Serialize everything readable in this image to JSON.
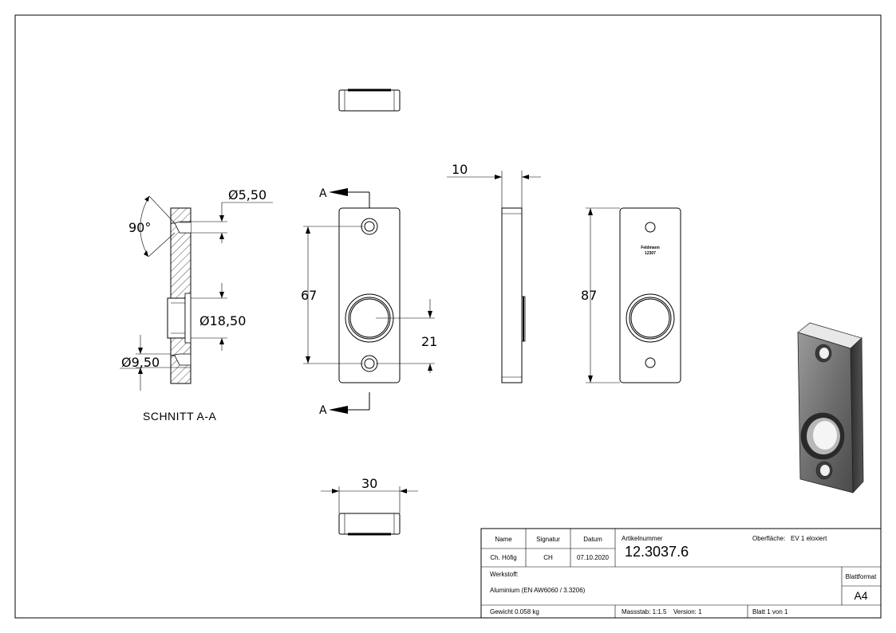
{
  "dimensions": {
    "dia_top": "Ø5,50",
    "angle": "90°",
    "dia_middle": "Ø18,50",
    "dia_bottom": "Ø9,50",
    "height_holes": "67",
    "offset": "21",
    "thickness": "10",
    "height_total": "87",
    "width": "30"
  },
  "section": {
    "title": "SCHNITT A-A",
    "marker_top": "A",
    "marker_bottom": "A"
  },
  "engraving": {
    "brand": "Feldmann",
    "code": "12307"
  },
  "title_block": {
    "name_label": "Name",
    "signature_label": "Signatur",
    "date_label": "Datum",
    "article_label": "Artikelnummer",
    "surface_label": "Oberfläche:",
    "surface_value": "EV 1 eloxiert",
    "name_value": "Ch. Höfig",
    "signature_value": "CH",
    "date_value": "07.10.2020",
    "article_value": "12.3037.6",
    "material_label": "Werkstoff:",
    "material_value": "Aluminium (EN AW6060 / 3.3206)",
    "format_label": "Blattformat",
    "format_value": "A4",
    "weight": "Gewicht 0.058 kg",
    "scale": "Massstab: 1:1.5",
    "version": "Version: 1",
    "sheet": "Blatt 1 von 1"
  }
}
